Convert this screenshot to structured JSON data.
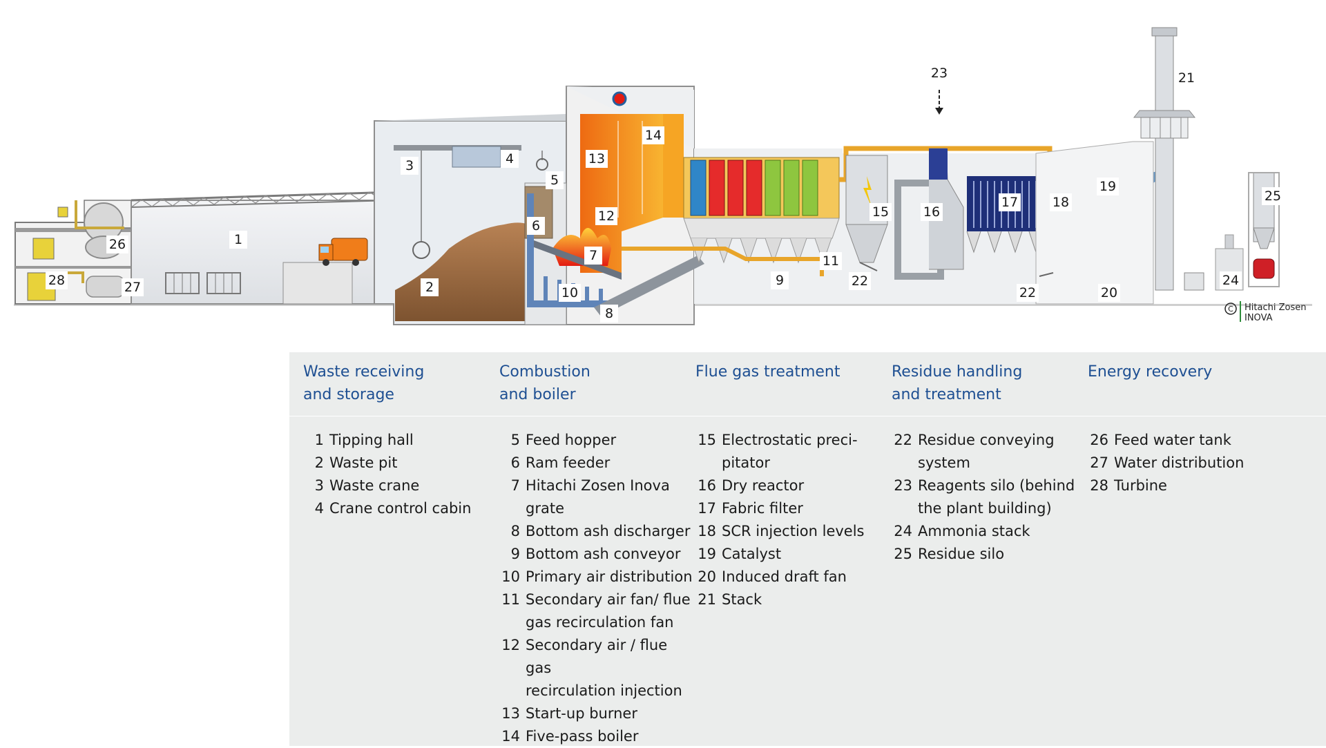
{
  "callouts": {
    "c1": "1",
    "c2": "2",
    "c3": "3",
    "c4": "4",
    "c5": "5",
    "c6": "6",
    "c7": "7",
    "c8": "8",
    "c9": "9",
    "c10": "10",
    "c11": "11",
    "c12": "12",
    "c13": "13",
    "c14": "14",
    "c15": "15",
    "c16": "16",
    "c17": "17",
    "c18": "18",
    "c19": "19",
    "c20": "20",
    "c21": "21",
    "c22a": "22",
    "c22b": "22",
    "c23": "23",
    "c24": "24",
    "c25": "25",
    "c26": "26",
    "c27": "27",
    "c28": "28"
  },
  "copyright": {
    "line1": "Hitachi Zosen",
    "line2": "INOVA"
  },
  "colors": {
    "heading": "#1e4f92",
    "legend_bg": "#ebedec",
    "boiler_orange": "#f07d1a",
    "pipe_yellow": "#e8a52a",
    "building": "#eeeeee"
  },
  "legend": {
    "columns": [
      {
        "title_line1": "Waste receiving",
        "title_line2": "and storage",
        "items": [
          {
            "num": "1",
            "line1": "Tipping hall",
            "line2": ""
          },
          {
            "num": "2",
            "line1": "Waste pit",
            "line2": ""
          },
          {
            "num": "3",
            "line1": "Waste crane",
            "line2": ""
          },
          {
            "num": "4",
            "line1": "Crane control cabin",
            "line2": ""
          }
        ]
      },
      {
        "title_line1": "Combustion",
        "title_line2": "and boiler",
        "items": [
          {
            "num": "5",
            "line1": "Feed hopper",
            "line2": ""
          },
          {
            "num": "6",
            "line1": "Ram feeder",
            "line2": ""
          },
          {
            "num": "7",
            "line1": "Hitachi Zosen Inova",
            "line2": "grate"
          },
          {
            "num": "8",
            "line1": "Bottom ash discharger",
            "line2": ""
          },
          {
            "num": "9",
            "line1": "Bottom ash conveyor",
            "line2": ""
          },
          {
            "num": "10",
            "line1": "Primary air distribution",
            "line2": ""
          },
          {
            "num": "11",
            "line1": "Secondary air fan/ flue",
            "line2": "gas recirculation fan"
          },
          {
            "num": "12",
            "line1": "Secondary air / flue gas",
            "line2": "recirculation injection"
          },
          {
            "num": "13",
            "line1": "Start-up burner",
            "line2": ""
          },
          {
            "num": "14",
            "line1": "Five-pass boiler",
            "line2": ""
          }
        ]
      },
      {
        "title_line1": "Flue gas treatment",
        "title_line2": "",
        "items": [
          {
            "num": "15",
            "line1": "Electrostatic preci-",
            "line2": "pitator"
          },
          {
            "num": "16",
            "line1": "Dry reactor",
            "line2": ""
          },
          {
            "num": "17",
            "line1": "Fabric filter",
            "line2": ""
          },
          {
            "num": "18",
            "line1": "SCR injection levels",
            "line2": ""
          },
          {
            "num": "19",
            "line1": "Catalyst",
            "line2": ""
          },
          {
            "num": "20",
            "line1": "Induced draft fan",
            "line2": ""
          },
          {
            "num": "21",
            "line1": "Stack",
            "line2": ""
          }
        ]
      },
      {
        "title_line1": "Residue handling",
        "title_line2": "and treatment",
        "items": [
          {
            "num": "22",
            "line1": "Residue conveying",
            "line2": "system"
          },
          {
            "num": "23",
            "line1": "Reagents silo (behind",
            "line2": "the plant building)"
          },
          {
            "num": "24",
            "line1": "Ammonia stack",
            "line2": ""
          },
          {
            "num": "25",
            "line1": "Residue silo",
            "line2": ""
          }
        ]
      },
      {
        "title_line1": "Energy recovery",
        "title_line2": "",
        "items": [
          {
            "num": "26",
            "line1": "Feed water tank",
            "line2": ""
          },
          {
            "num": "27",
            "line1": "Water distribution",
            "line2": ""
          },
          {
            "num": "28",
            "line1": "Turbine",
            "line2": ""
          }
        ]
      }
    ]
  }
}
